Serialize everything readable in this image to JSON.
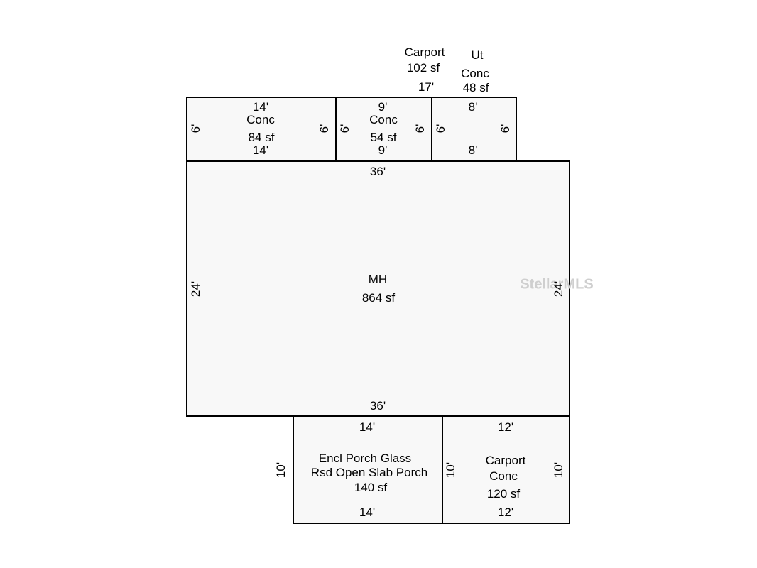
{
  "watermark": "StellarMLS",
  "rooms": {
    "conc84": {
      "w_top": "14'",
      "w_bot": "14'",
      "h_left": "6'",
      "h_right": "6'",
      "label": "Conc",
      "area": "84 sf"
    },
    "conc54": {
      "w_top": "9'",
      "w_bot": "9'",
      "h_left": "6'",
      "h_right": "6'",
      "label": "Conc",
      "area": "54 sf"
    },
    "ut48": {
      "w_top": "8'",
      "w_bot": "8'",
      "h_left": "6'",
      "h_right": "6'",
      "label_1": "Ut",
      "label_2": "Conc",
      "area": "48 sf"
    },
    "carport102": {
      "label": "Carport",
      "area": "102 sf",
      "dim": "17'"
    },
    "mh": {
      "w_top": "36'",
      "w_bot": "36'",
      "h_left": "24'",
      "h_right": "24'",
      "label": "MH",
      "area": "864 sf"
    },
    "porch": {
      "w_top": "14'",
      "w_bot": "14'",
      "h_left": "10'",
      "label_1": "Encl Porch Glass",
      "label_2": "Rsd Open Slab Porch",
      "area": "140 sf"
    },
    "carport120": {
      "w_top": "12'",
      "w_bot": "12'",
      "h_left": "10'",
      "h_right": "10'",
      "label_1": "Carport",
      "label_2": "Conc",
      "area": "120 sf"
    }
  }
}
